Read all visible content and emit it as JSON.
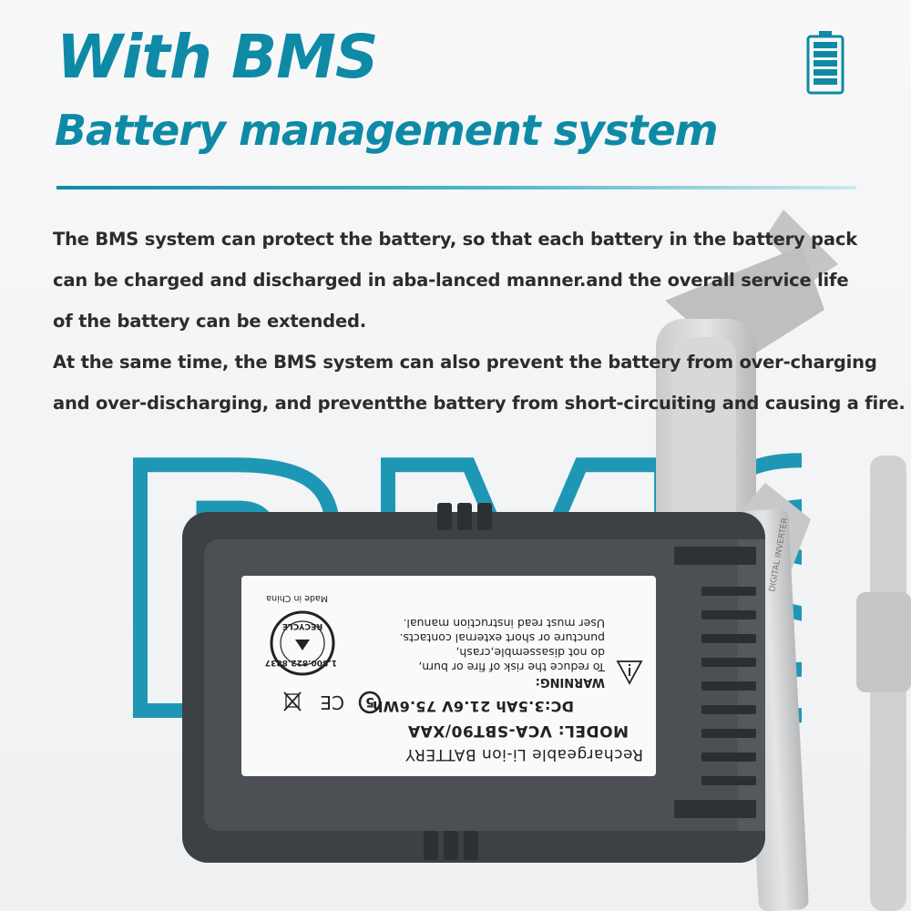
{
  "colors": {
    "accent": "#0e8aa6",
    "battery_body": "#4a4d51",
    "battery_dark": "#36393c",
    "bg_outline": "#1e97b4"
  },
  "header": {
    "title": "With BMS",
    "subtitle": "Battery management system",
    "icon": "battery-full-icon"
  },
  "body": {
    "lines": [
      "The BMS system can protect the battery, so that each battery in the battery pack",
      "can be charged and discharged in aba-lanced manner.and the overall service life",
      "of the battery can be extended.",
      "At the same time, the BMS system can also prevent the battery from over-charging",
      "and over-discharging, and preventthe battery from short-circuiting and causing a fire."
    ]
  },
  "background_text": "BMS",
  "vacuum_text": "DIGITAL INVERTER",
  "label": {
    "line1": "Rechargeable Li-ion BATTERY",
    "line2": "MODEL: VCA-SBT90/XAA",
    "line3": "DC:3.5Ah 21.6V 75.6Wh",
    "warning_title": "WARNING:",
    "warning_1": "To reduce the risk of fire or burn,",
    "warning_2": "do not disassemble,crash,",
    "warning_3": "puncture or short external contacts.",
    "warning_4": "User must read instruction manual.",
    "made_in": "Made in China",
    "recycle_phone": "1.800.822.8837",
    "recycle_word": "RECYCLE"
  }
}
